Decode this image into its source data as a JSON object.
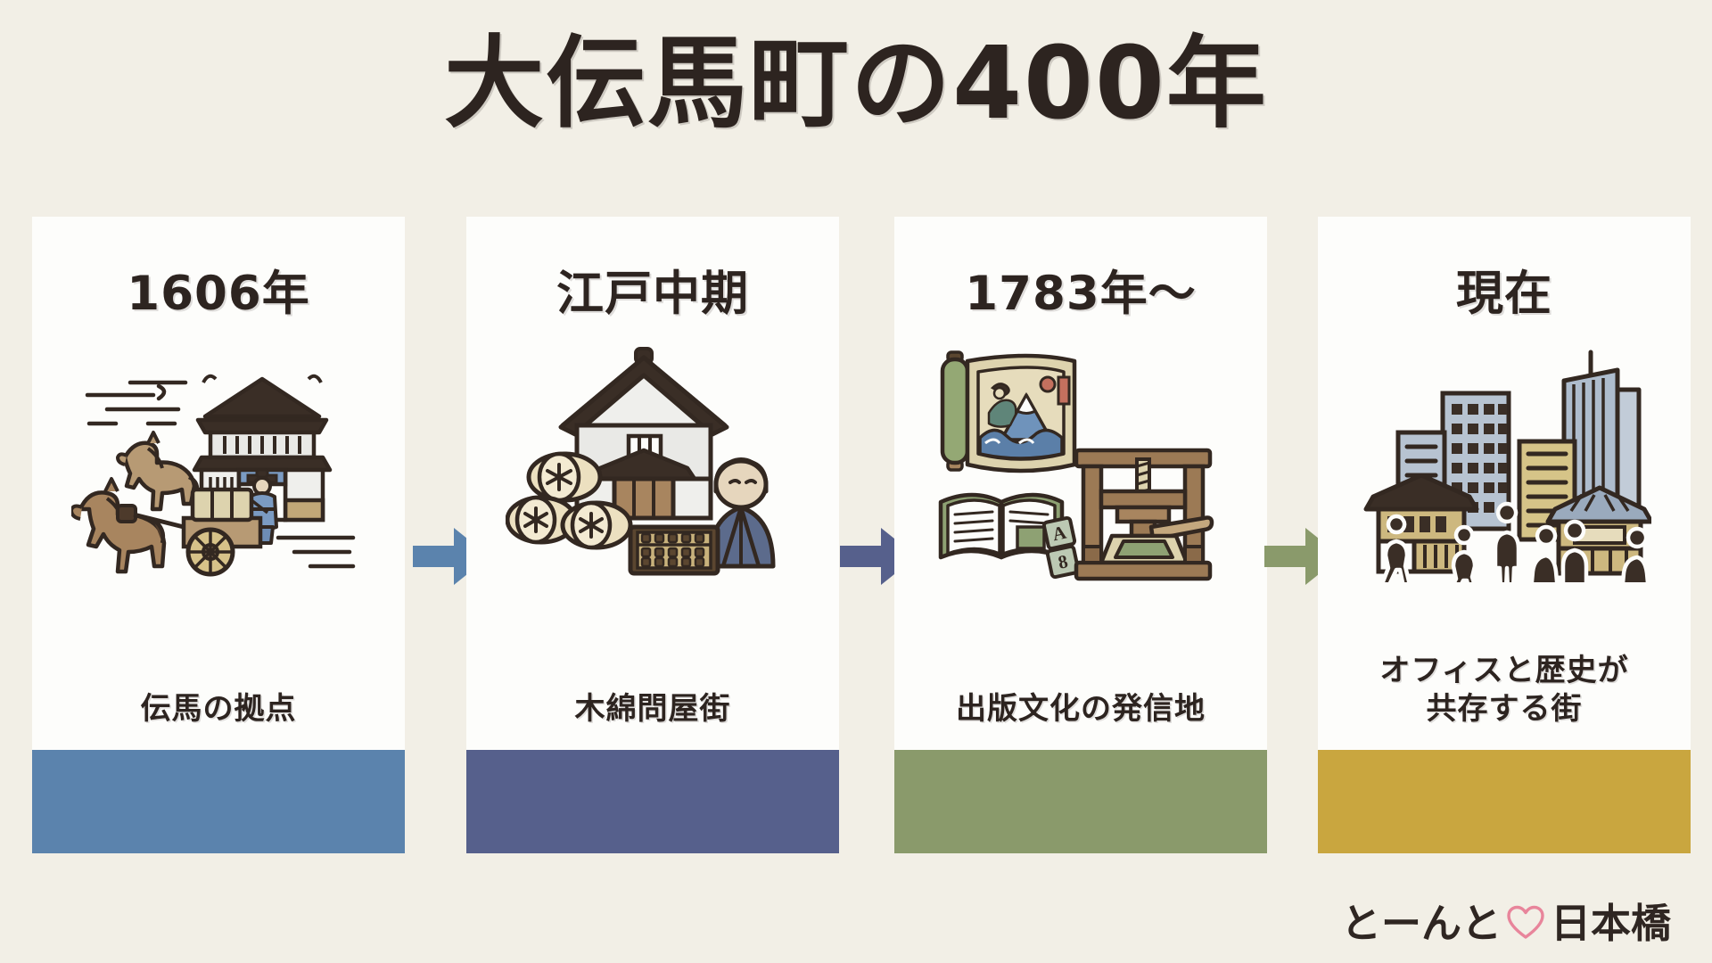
{
  "page": {
    "background_color": "#f2efe6",
    "title": "大伝馬町の400年",
    "title_color": "#2d2420"
  },
  "timeline": {
    "cards": [
      {
        "year": "1606年",
        "caption": "伝馬の拠点",
        "band_color": "#5b83ad",
        "art_name": "horse-cart-gate-illustration"
      },
      {
        "year": "江戸中期",
        "caption": "木綿問屋街",
        "band_color": "#56608c",
        "art_name": "cotton-bales-storehouse-illustration"
      },
      {
        "year": "1783年～",
        "caption": "出版文化の発信地",
        "band_color": "#8a9a6b",
        "art_name": "ukiyoe-scroll-printing-press-illustration"
      },
      {
        "year": "現在",
        "caption": "オフィスと歴史が\n共存する街",
        "band_color": "#c9a63f",
        "art_name": "modern-city-traditional-buildings-illustration"
      }
    ],
    "arrows": [
      {
        "name": "arrow-1606-to-edo-mid",
        "color": "#5b83ad"
      },
      {
        "name": "arrow-edo-mid-to-1783",
        "color": "#56608c"
      },
      {
        "name": "arrow-1783-to-present",
        "color": "#8a9a6b"
      }
    ]
  },
  "footer": {
    "logo_text_left": "とーんと",
    "logo_heart_icon": "heart-icon",
    "logo_heart_color": "#e8859b",
    "logo_text_right": "日本橋"
  }
}
